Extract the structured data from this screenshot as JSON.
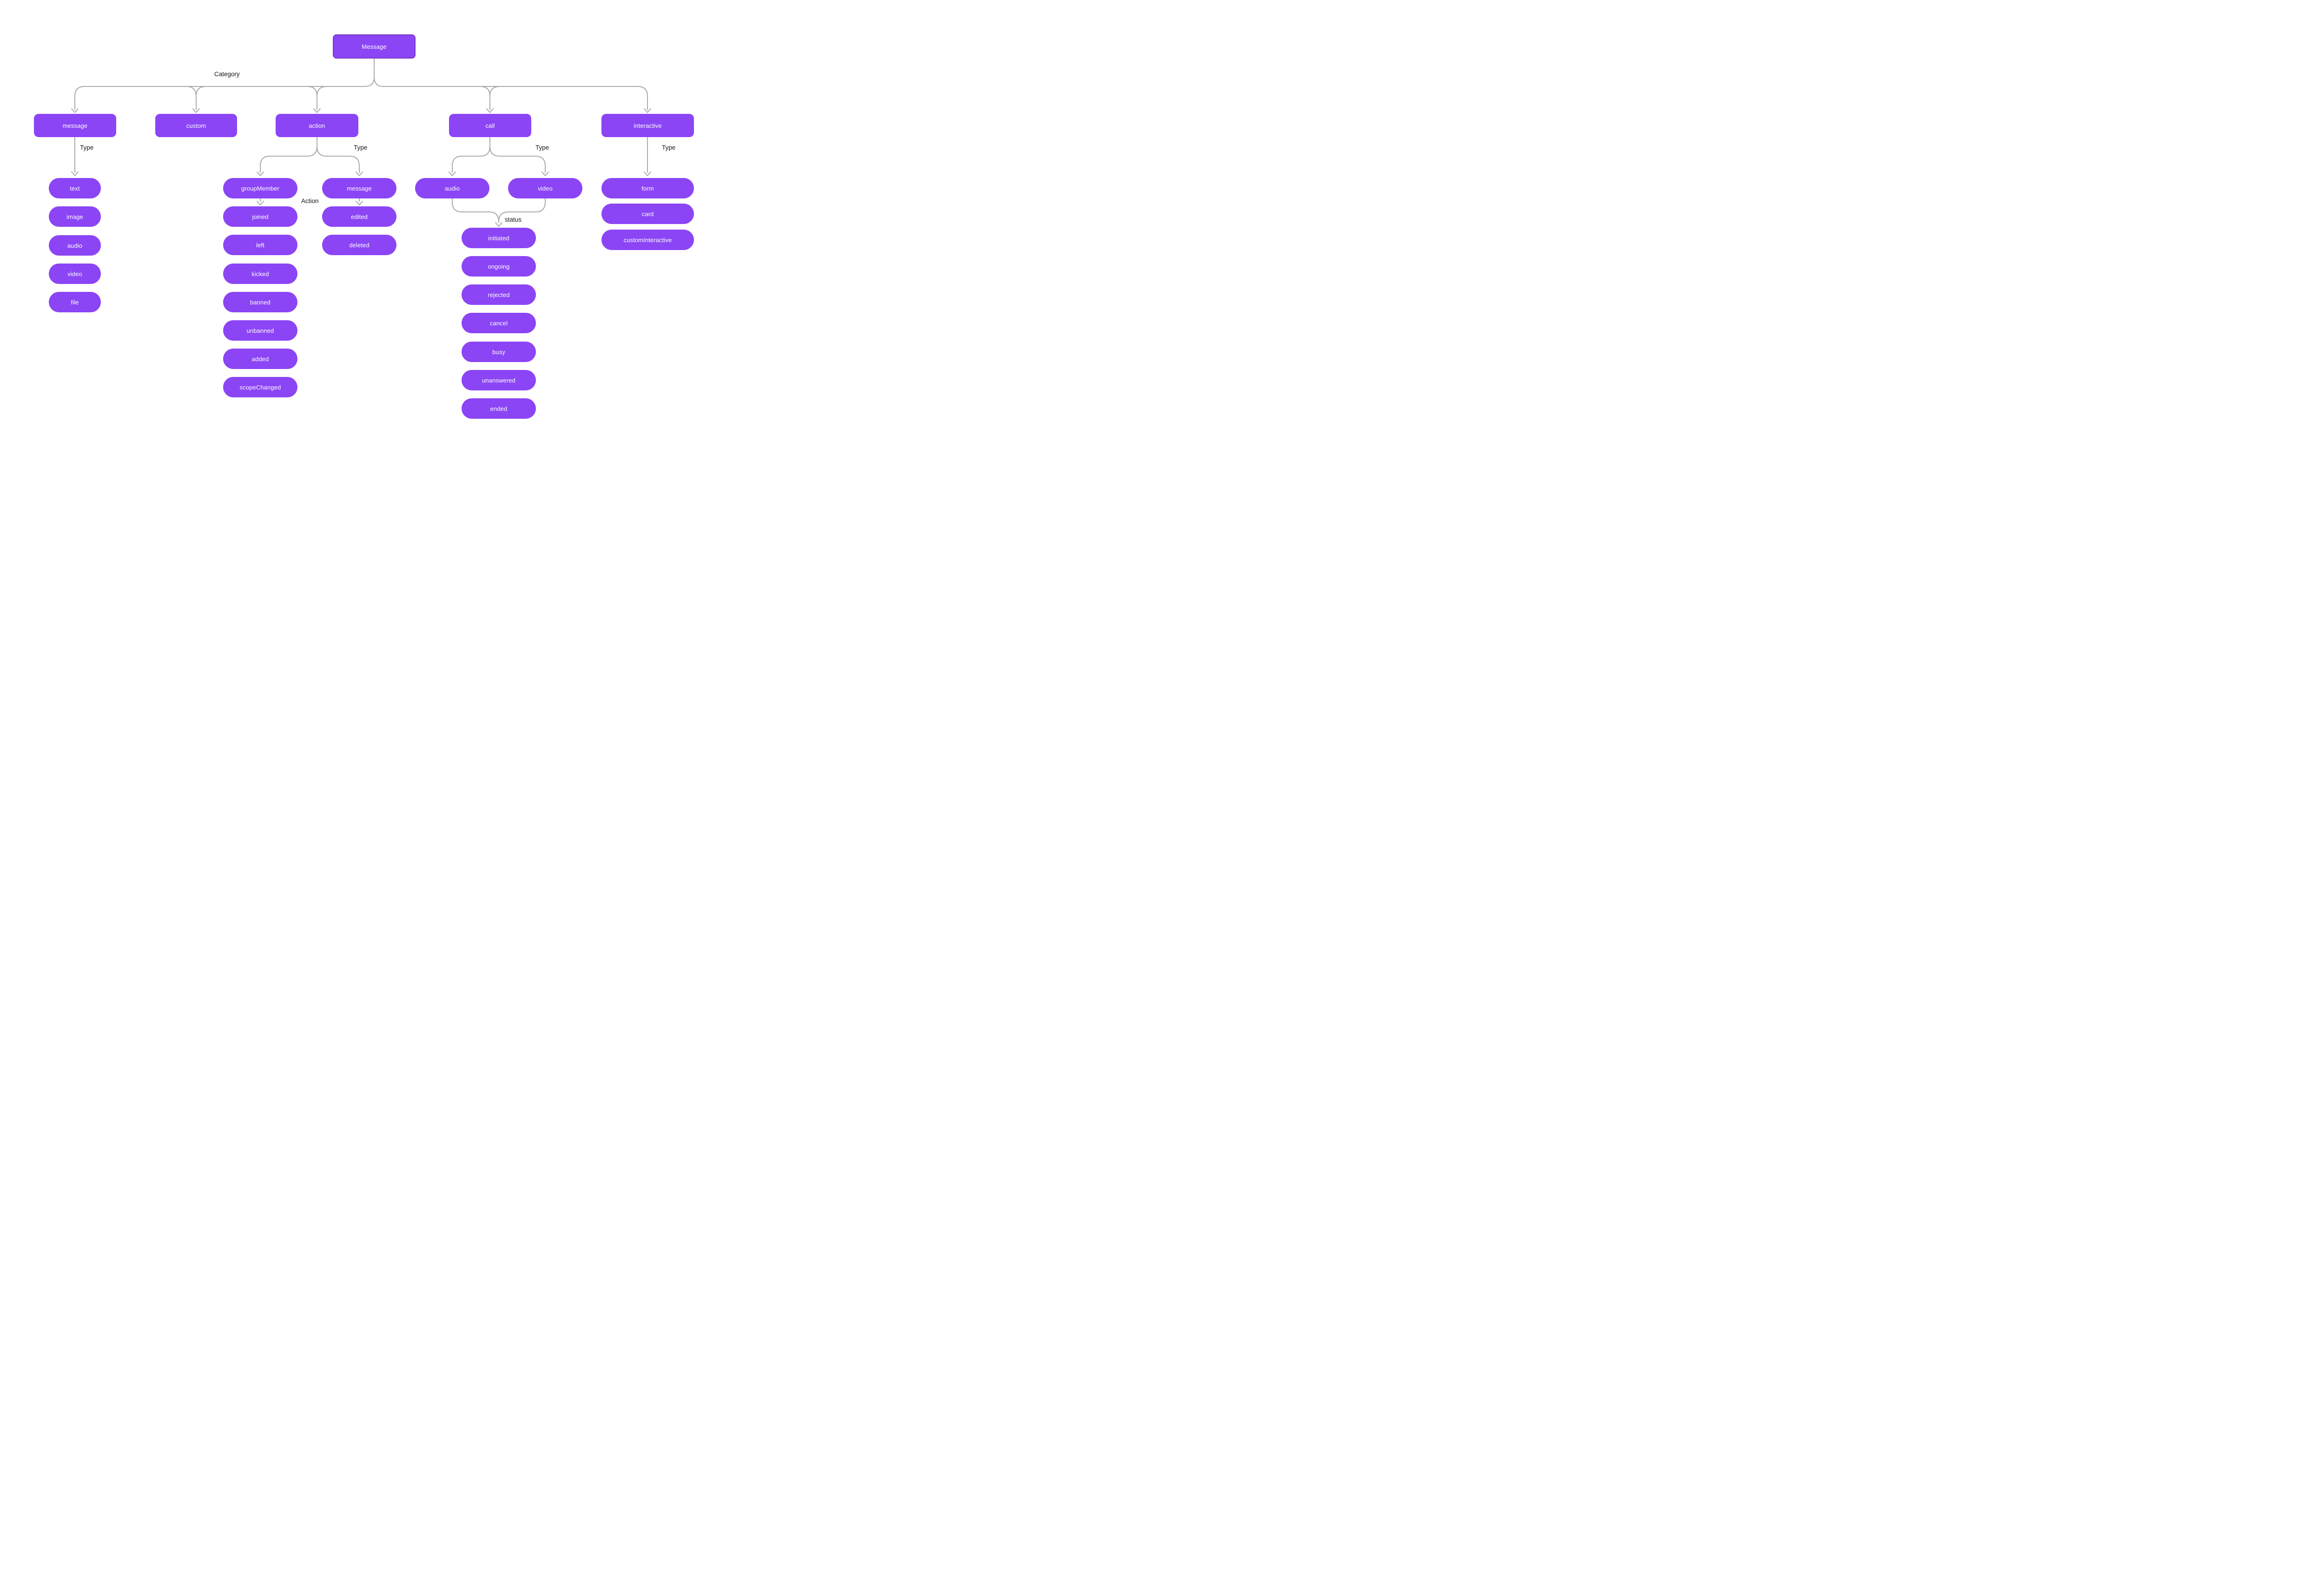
{
  "colors": {
    "background": "#ffffff",
    "node_fill": "#8b45f5",
    "root_border": "#7936c9",
    "node_text": "#ffffff",
    "edge": "#ababab",
    "edge_label_text": "#17171c"
  },
  "root": {
    "label": "Message"
  },
  "edge_labels": {
    "category": "Category",
    "type": "Type",
    "action": "Action",
    "status": "status"
  },
  "categories": {
    "message": {
      "label": "message",
      "type_children": [
        "text",
        "image",
        "audio",
        "video",
        "file"
      ]
    },
    "custom": {
      "label": "custom"
    },
    "action": {
      "label": "action",
      "group_member": {
        "label": "groupMember",
        "actions": [
          "joined",
          "left",
          "kicked",
          "banned",
          "unbanned",
          "added",
          "scopeChanged"
        ]
      },
      "message": {
        "label": "message",
        "actions": [
          "edited",
          "deleted"
        ]
      }
    },
    "call": {
      "label": "call",
      "types": [
        "audio",
        "video"
      ],
      "statuses": [
        "initiated",
        "ongoing",
        "rejected",
        "cancel",
        "busy",
        "unanswered",
        "ended"
      ]
    },
    "interactive": {
      "label": "interactive",
      "type_children": [
        "form",
        "card",
        "customInteractive"
      ]
    }
  }
}
